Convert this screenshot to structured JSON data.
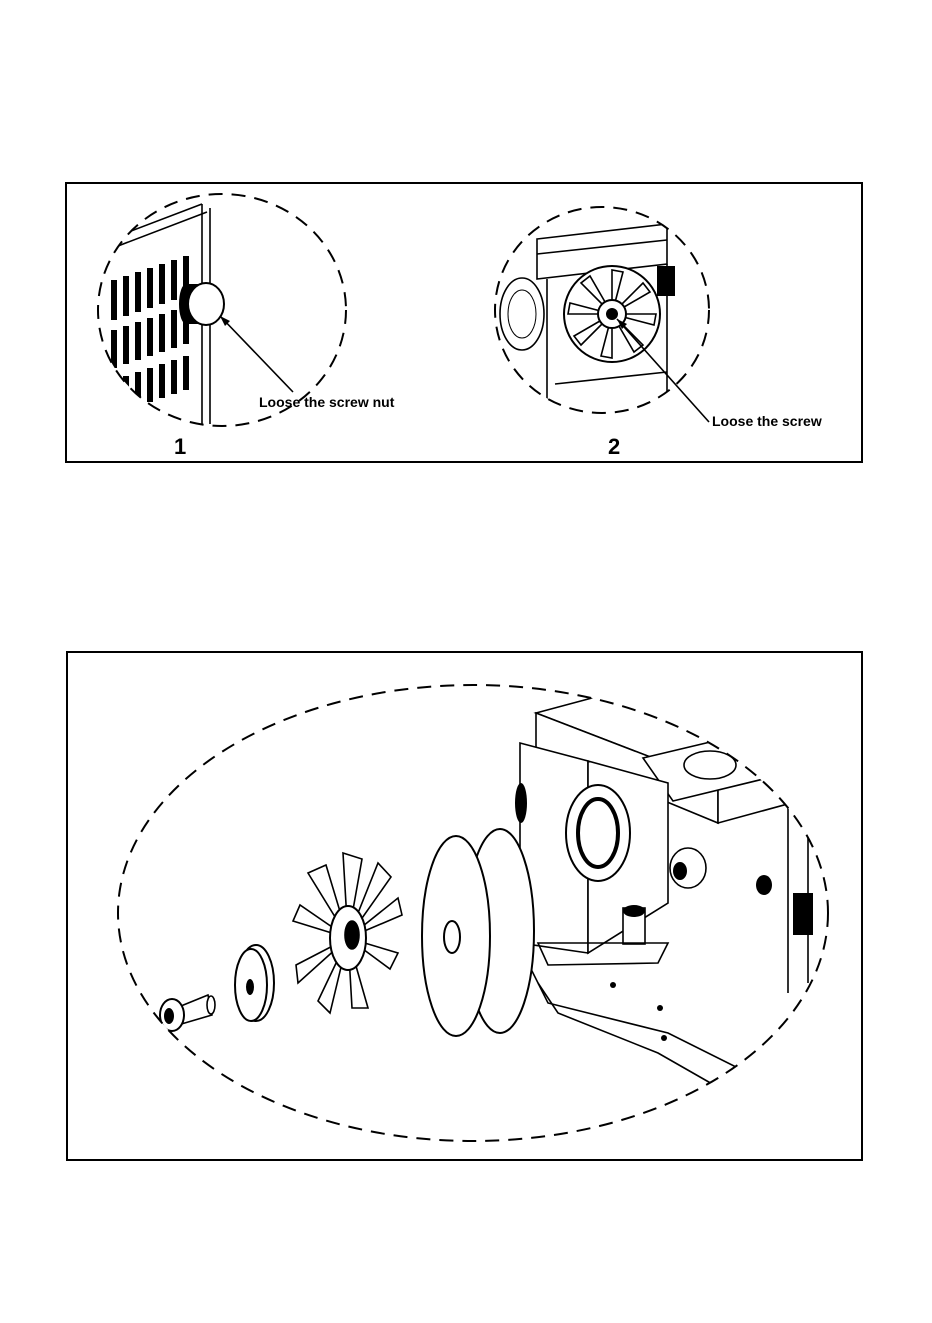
{
  "top_panel": {
    "step1": {
      "number": "1",
      "callout": "Loose the screw nut"
    },
    "step2": {
      "number": "2",
      "callout": "Loose the screw"
    }
  },
  "bottom_panel": {}
}
